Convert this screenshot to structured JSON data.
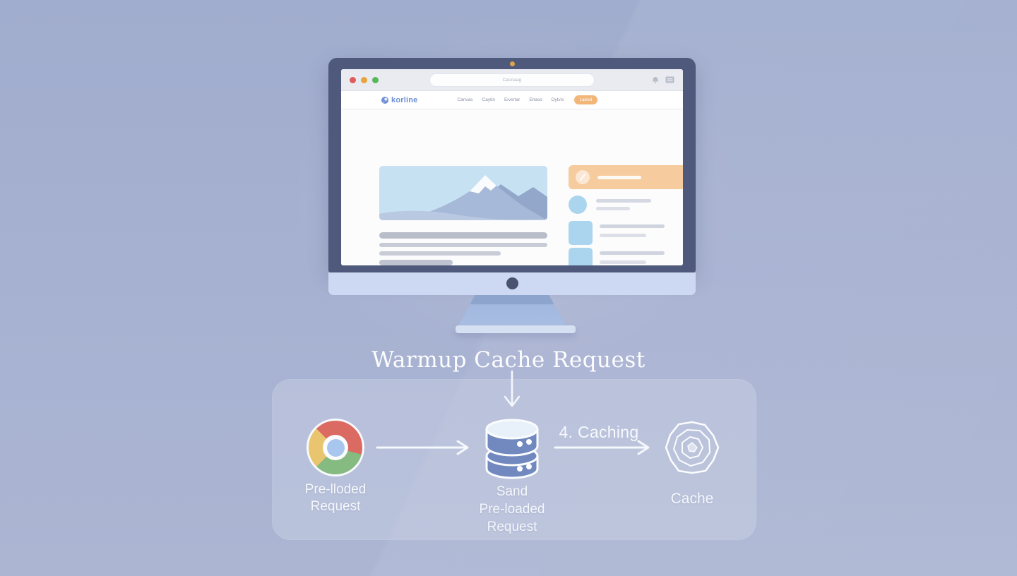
{
  "background": {
    "base_color": "#a7b1d1",
    "panel_tint": "rgba(236,241,250,0.22)"
  },
  "monitor": {
    "bezel_color": "#4e597b",
    "camera_dot_color": "#d9a44a",
    "chin_color": "#cdd8f2",
    "browser": {
      "traffic_lights": {
        "red": "#e05c5c",
        "yellow": "#e8a43c",
        "green": "#57b857"
      },
      "url_text": "Casnaag",
      "toolbar_icons": [
        "bell-icon",
        "grid-icon"
      ],
      "nav": {
        "logo_text": "korline",
        "logo_color": "#6e8fd6",
        "links": [
          "Canvas",
          "Caytin",
          "Eivertar",
          "Ehaso",
          "Dytvis"
        ],
        "cta_label": "Lasied",
        "cta_color": "#f2b678"
      },
      "sidebar_banner_color": "#f6cb9d",
      "accent_blue": "#abd5ef"
    }
  },
  "diagram": {
    "title": "Warmup Cache Request",
    "nodes": [
      {
        "id": "browser",
        "icon": "chrome-browser-icon",
        "label": "Pre-lloded\nRequest"
      },
      {
        "id": "server",
        "icon": "database-icon",
        "label": "Sand\nPre-loaded\nRequest"
      },
      {
        "id": "cache",
        "icon": "cache-icon",
        "label": "Cache"
      }
    ],
    "arrow_label": "4. Caching",
    "arrow_color": "#f5f8fc"
  }
}
